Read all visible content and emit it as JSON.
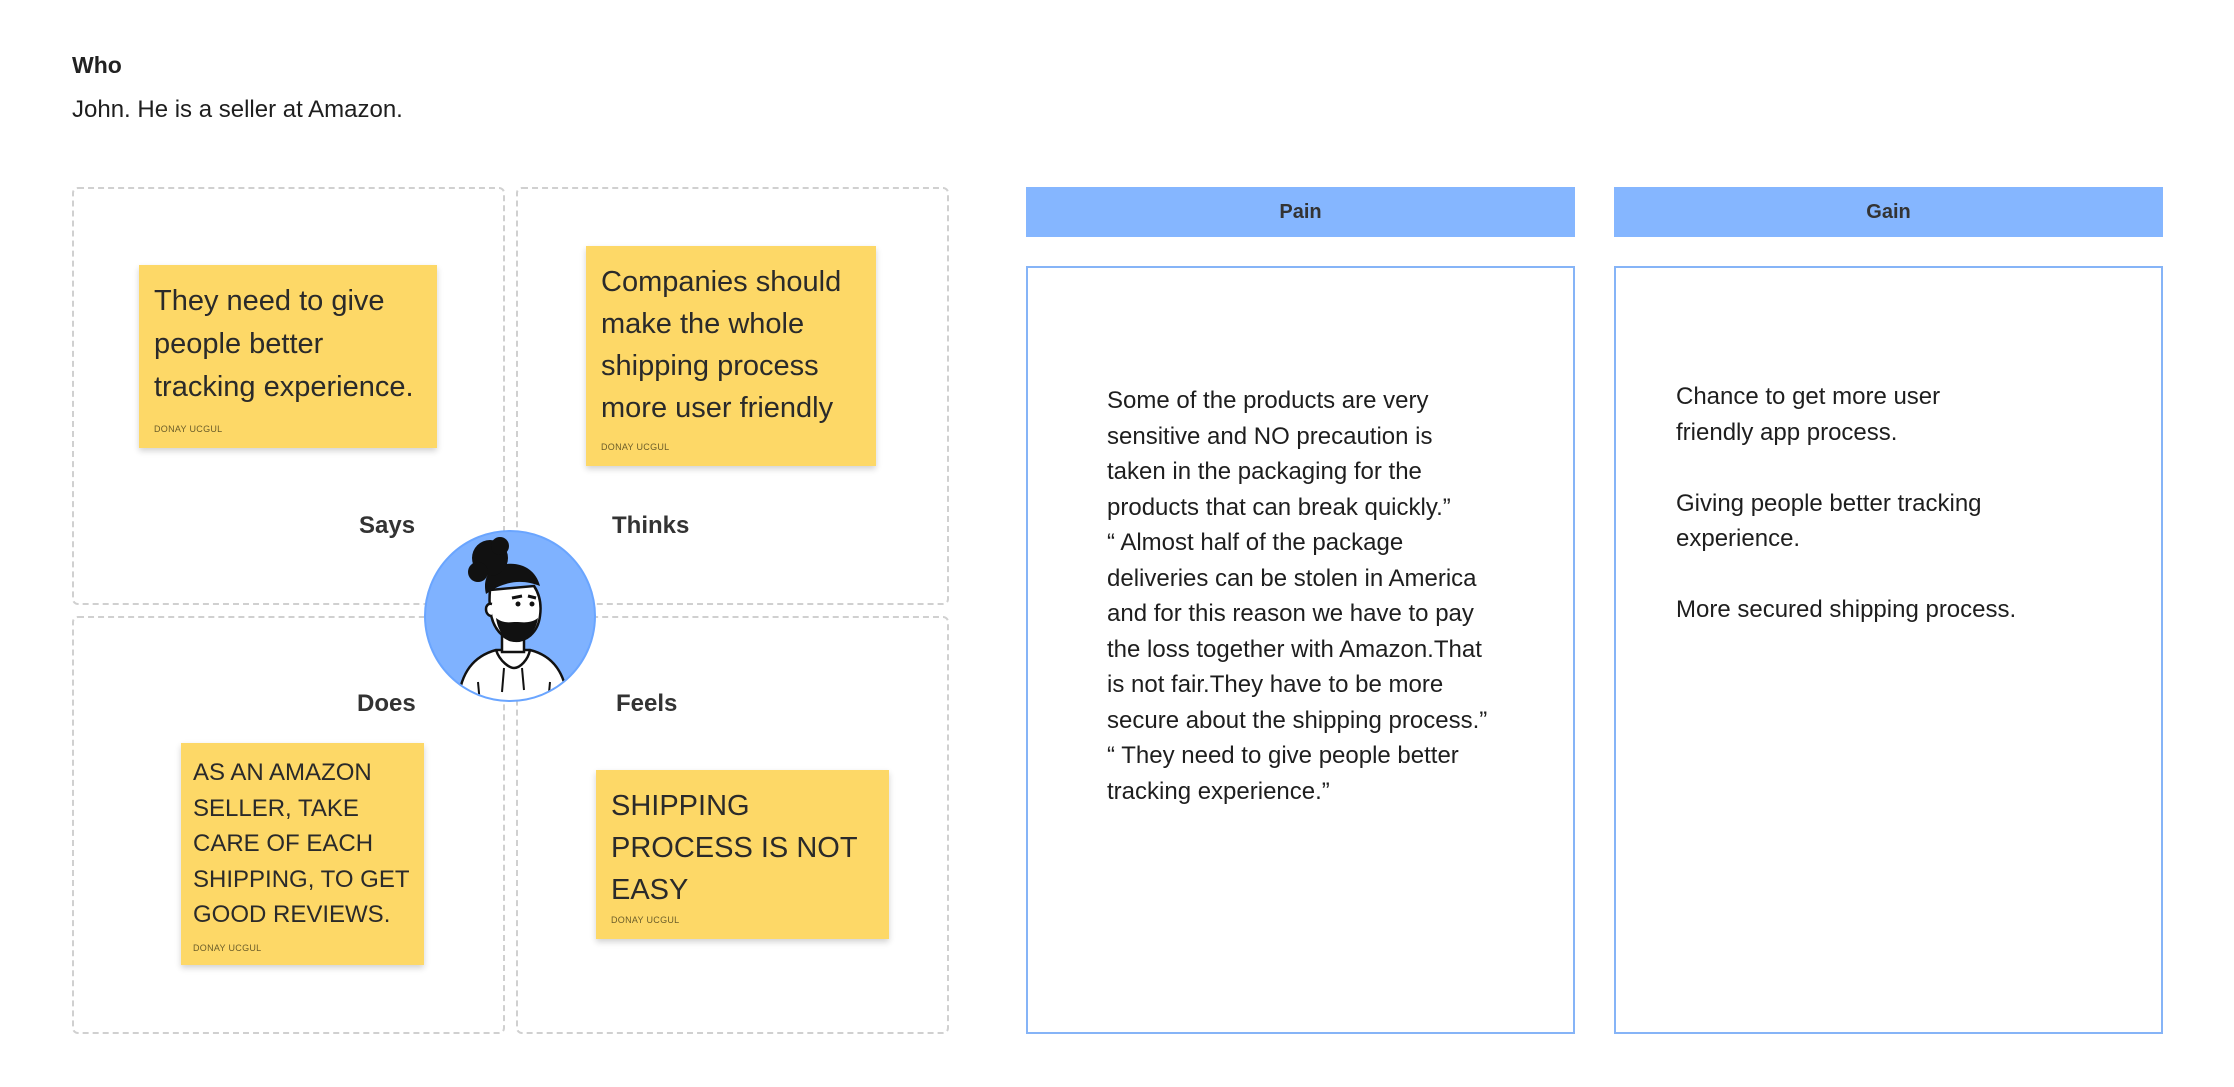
{
  "who": {
    "title": "Who",
    "text": "John. He is a seller at Amazon."
  },
  "quadrants": {
    "says": {
      "label": "Says",
      "note": "They need to give people better tracking experience.",
      "author": "DONAY UCGUL"
    },
    "thinks": {
      "label": "Thinks",
      "note": "Companies should make the whole shipping process more user friendly",
      "author": "DONAY UCGUL"
    },
    "does": {
      "label": "Does",
      "note": "AS AN AMAZON SELLER, TAKE CARE OF EACH SHIPPING, TO GET GOOD REVIEWS.",
      "author": "DONAY UCGUL"
    },
    "feels": {
      "label": "Feels",
      "note": "SHIPPING PROCESS IS NOT EASY",
      "author": "DONAY UCGUL"
    }
  },
  "pain": {
    "title": "Pain",
    "text": "Some of the products are very\nsensitive and NO precaution is\ntaken in the packaging for the\nproducts that can break quickly.”\n“ Almost half of the package\ndeliveries can be stolen in America\nand for this reason we have to pay\nthe loss together with Amazon.That\nis not fair.They have to be more\nsecure about the shipping process.”\n“ They need to give people better\ntracking experience.”"
  },
  "gain": {
    "title": "Gain",
    "text": " Chance to get more user\nfriendly app process.\n\n Giving people better tracking\nexperience.\n\nMore secured shipping process."
  },
  "colors": {
    "sticky": "#fdd867",
    "panel_header": "#85b6ff",
    "panel_border": "#86b4f7",
    "avatar_bg": "#7fb2ff"
  }
}
